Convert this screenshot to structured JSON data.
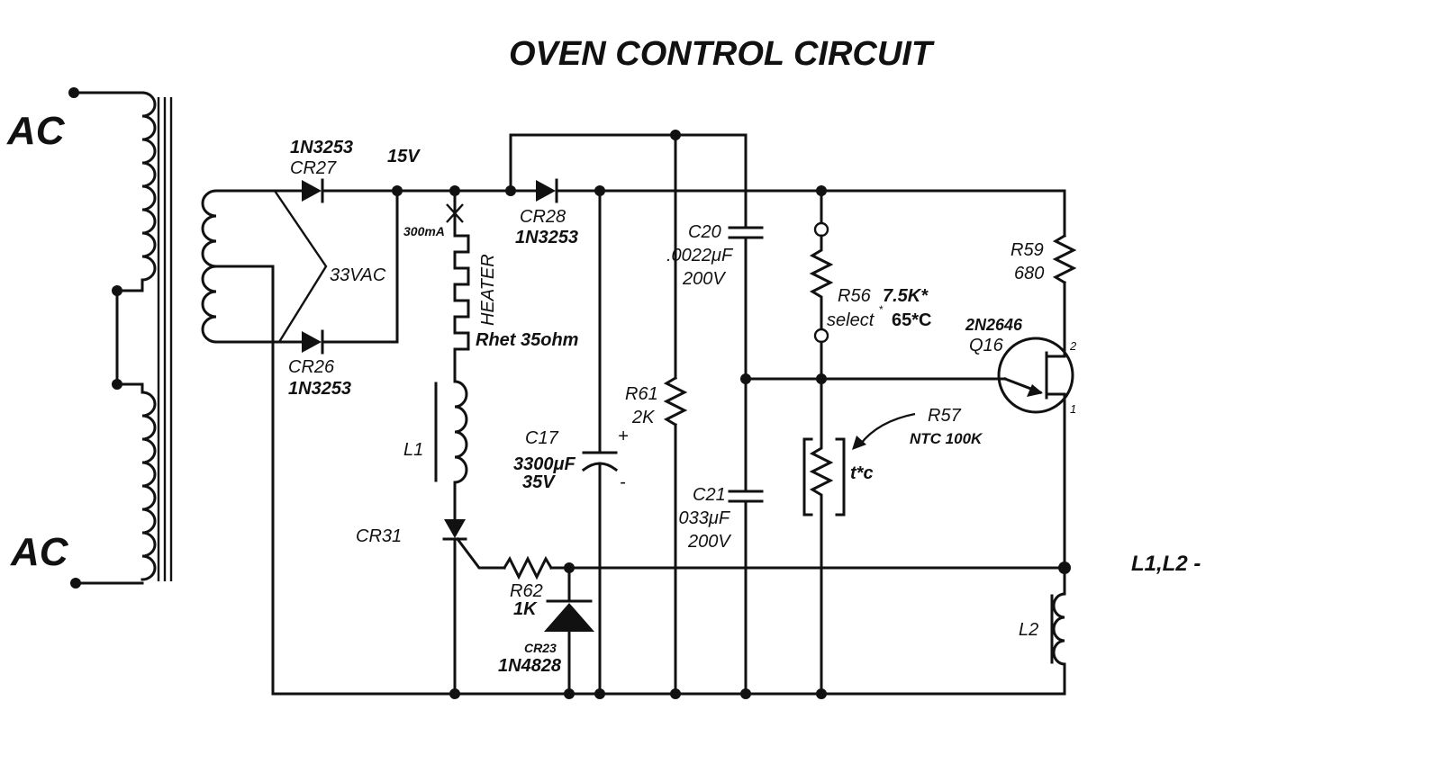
{
  "title": "OVEN CONTROL CIRCUIT",
  "ac_top": "AC",
  "ac_bottom": "AC",
  "cr27": {
    "part": "1N3253",
    "ref": "CR27"
  },
  "cr26": {
    "ref": "CR26",
    "part": "1N3253"
  },
  "cr28": {
    "ref": "CR28",
    "part": "1N3253"
  },
  "rail_voltage": "15V",
  "secondary_voltage": "33VAC",
  "heater": {
    "current": "300mA",
    "name": "HEATER",
    "resistance": "Rhet 35ohm"
  },
  "l1": "L1",
  "cr31": "CR31",
  "c17": {
    "ref": "C17",
    "value": "3300μF",
    "voltage": "35V",
    "plus": "+",
    "minus": "-"
  },
  "r61": {
    "ref": "R61",
    "value": "2K"
  },
  "c20": {
    "ref": "C20",
    "value": ".0022μF",
    "voltage": "200V"
  },
  "c21": {
    "ref": "C21",
    "value": ".033μF",
    "voltage": "200V"
  },
  "r62": {
    "ref": "R62",
    "value": "1K"
  },
  "cr23": {
    "ref": "CR23",
    "part": "1N4828"
  },
  "r56": {
    "ref": "R56",
    "value": "7.5K*",
    "note": "select",
    "note_sup": "*",
    "temp": "65*C"
  },
  "r57": {
    "ref": "R57",
    "type": "NTC 100K",
    "symbol_label": "t*c"
  },
  "r59": {
    "ref": "R59",
    "value": "680"
  },
  "q16": {
    "part": "2N2646",
    "ref": "Q16",
    "pin2": "2",
    "pin1": "1"
  },
  "l2": "L2",
  "output_label": "L1,L2 -"
}
